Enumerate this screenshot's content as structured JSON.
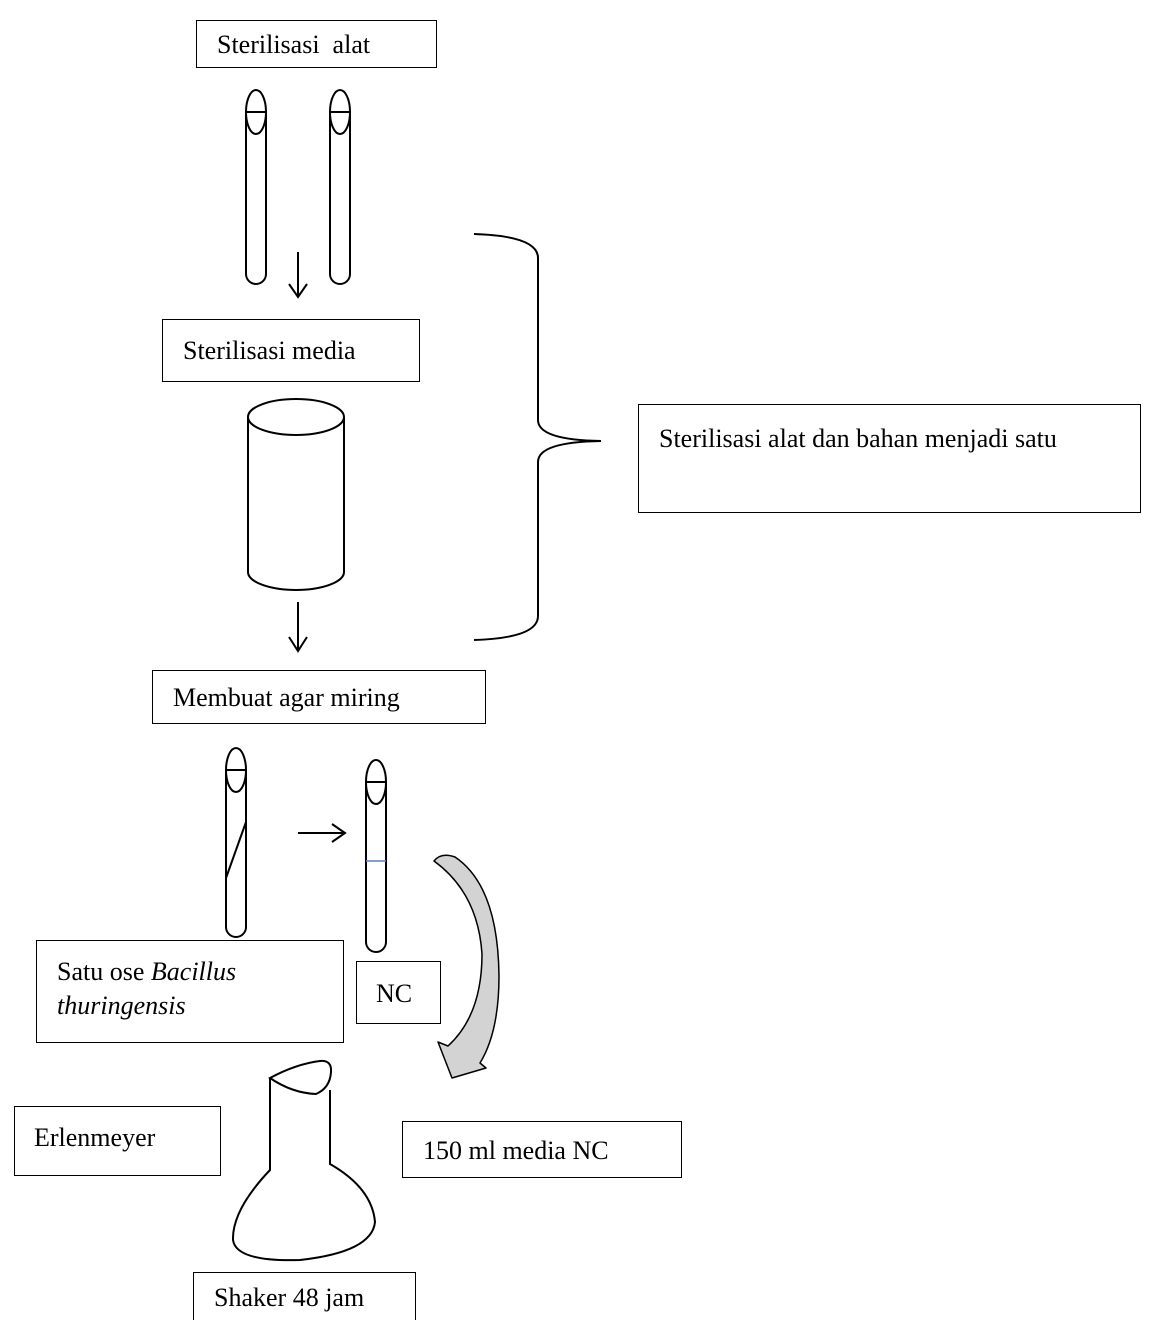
{
  "diagram": {
    "step_sterilize_tools": "Sterilisasi  alat",
    "step_sterilize_media": "Sterilisasi media",
    "summary_note": "Sterilisasi alat dan bahan menjadi satu",
    "step_slant_agar": "Membuat agar miring",
    "inoculum_prefix": "Satu ose ",
    "inoculum_species_1": "Bacillus",
    "inoculum_species_2": "thuringensis",
    "medium_label": "NC",
    "flask_label": "Erlenmeyer",
    "volume_label": "150 ml media NC",
    "step_shake": "Shaker 48 jam"
  }
}
